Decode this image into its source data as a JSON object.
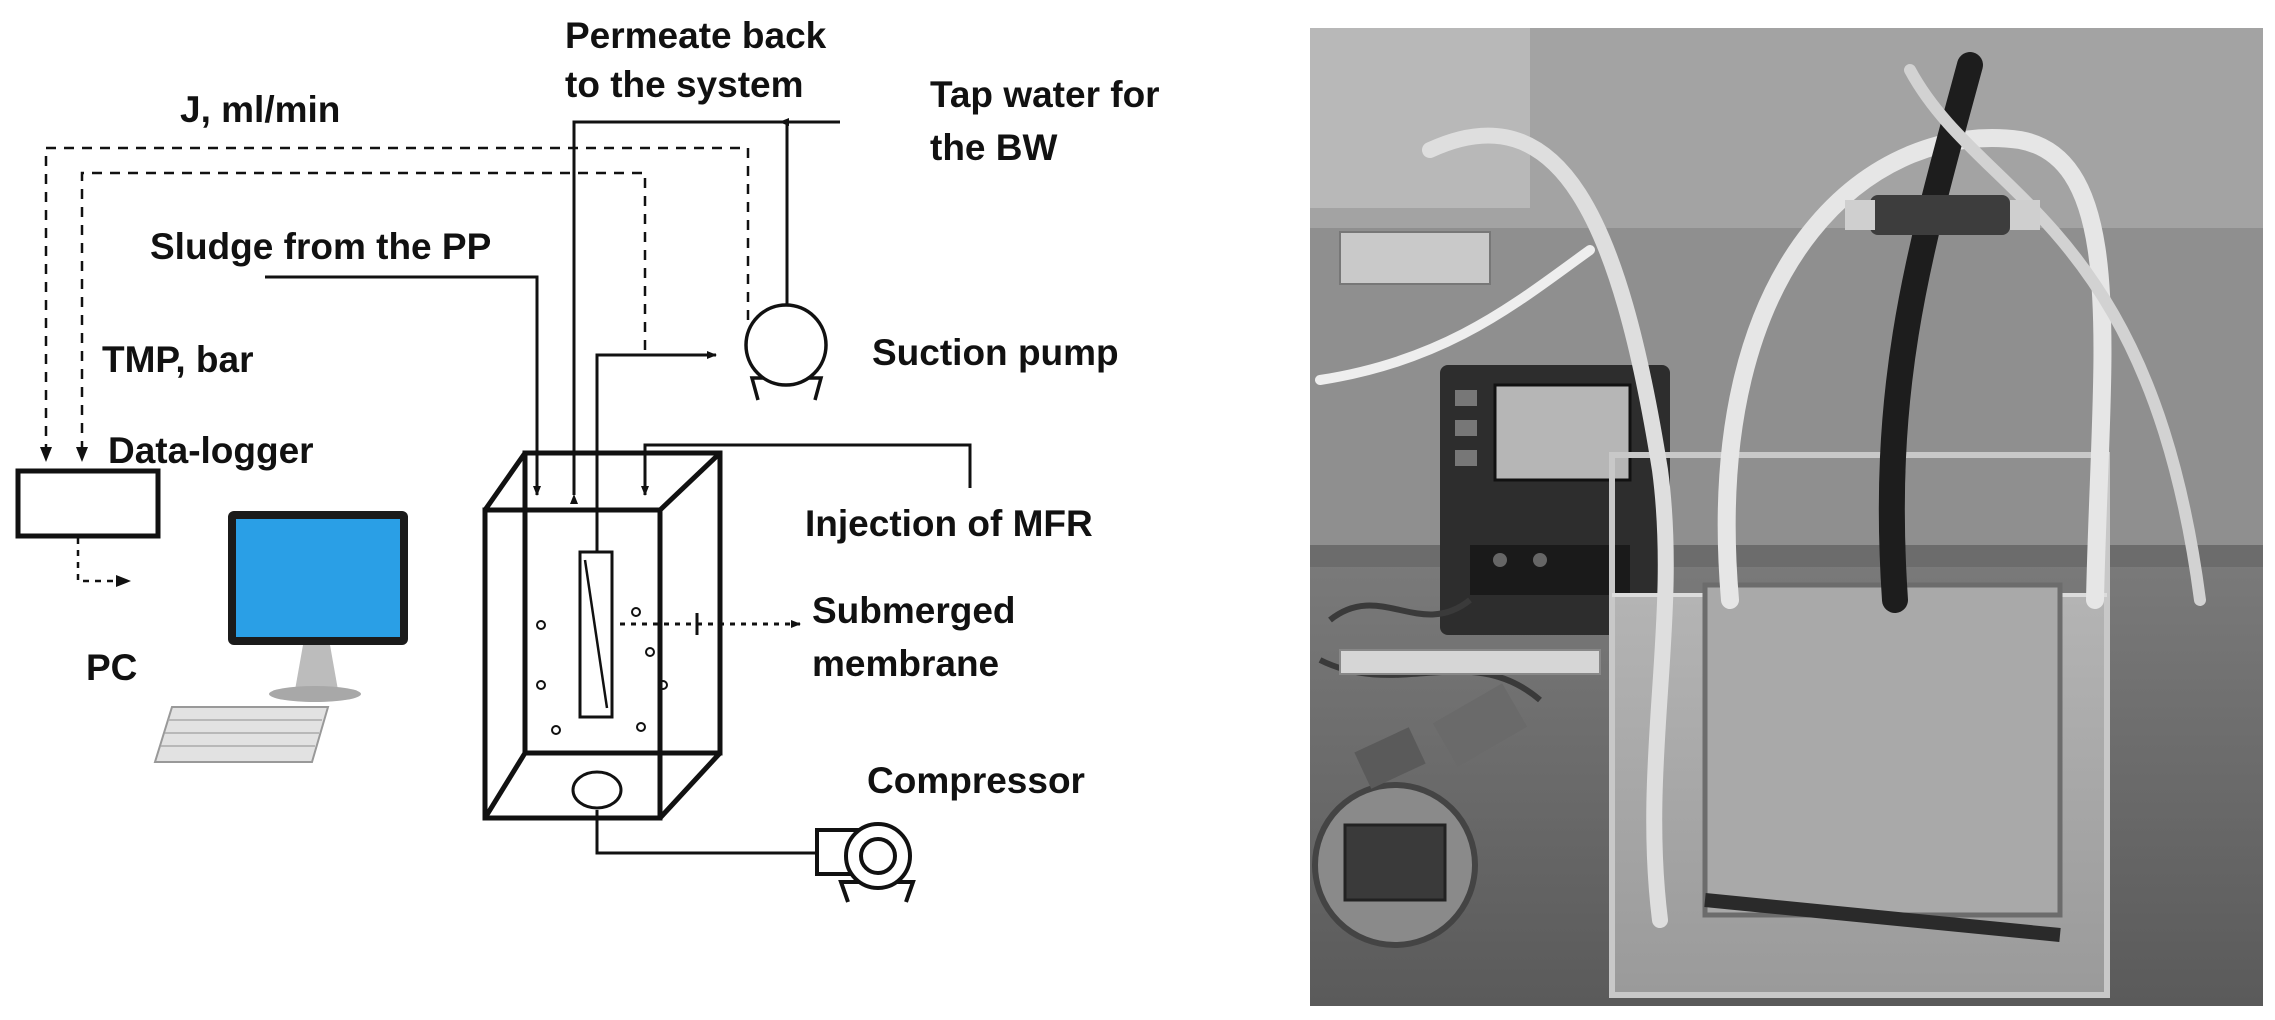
{
  "labels": {
    "permeate_line1": "Permeate back",
    "permeate_line2": "to the system",
    "flux": "J, ml/min",
    "tap_line1": "Tap water for",
    "tap_line2": "the BW",
    "sludge": "Sludge from the PP",
    "tmp": "TMP, bar",
    "suction_pump": "Suction pump",
    "data_logger": "Data-logger",
    "injection": "Injection of MFR",
    "submerged_line1": "Submerged",
    "submerged_line2": "membrane",
    "pc": "PC",
    "compressor": "Compressor"
  },
  "colors": {
    "line": "#111111",
    "monitor_screen": "#2a9fe6",
    "photo_background": "#8f8f8f"
  },
  "icons": {
    "pump": "suction-pump-icon",
    "compressor": "compressor-icon",
    "computer": "desktop-computer-icon",
    "logger": "data-logger-box"
  }
}
